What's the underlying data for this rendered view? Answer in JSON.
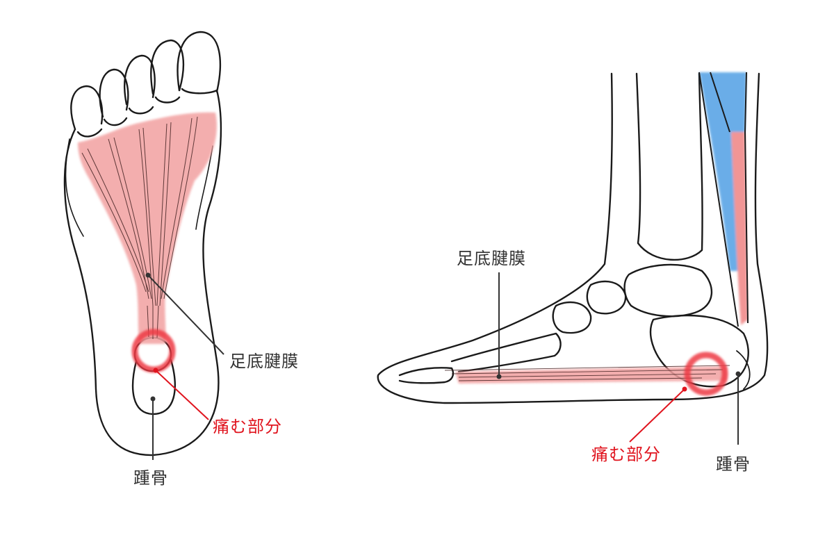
{
  "diagram": {
    "subject": "plantar fascia anatomy",
    "colors": {
      "outline": "#1a1a1a",
      "fascia": "#f08c8c",
      "pain_ring": "#ee3a44",
      "label_dark": "#333333",
      "label_red": "#e0141e",
      "tendon_blue": "#5aa5e6",
      "tendon_red": "#f08a8a"
    },
    "left_view": {
      "name": "bottom view of foot (sole)",
      "labels": {
        "plantar_fascia": "足底腱膜",
        "pain_area": "痛む部分",
        "calcaneus": "踵骨"
      }
    },
    "right_view": {
      "name": "side view of foot and ankle",
      "labels": {
        "plantar_fascia": "足底腱膜",
        "pain_area": "痛む部分",
        "calcaneus": "踵骨"
      }
    }
  }
}
